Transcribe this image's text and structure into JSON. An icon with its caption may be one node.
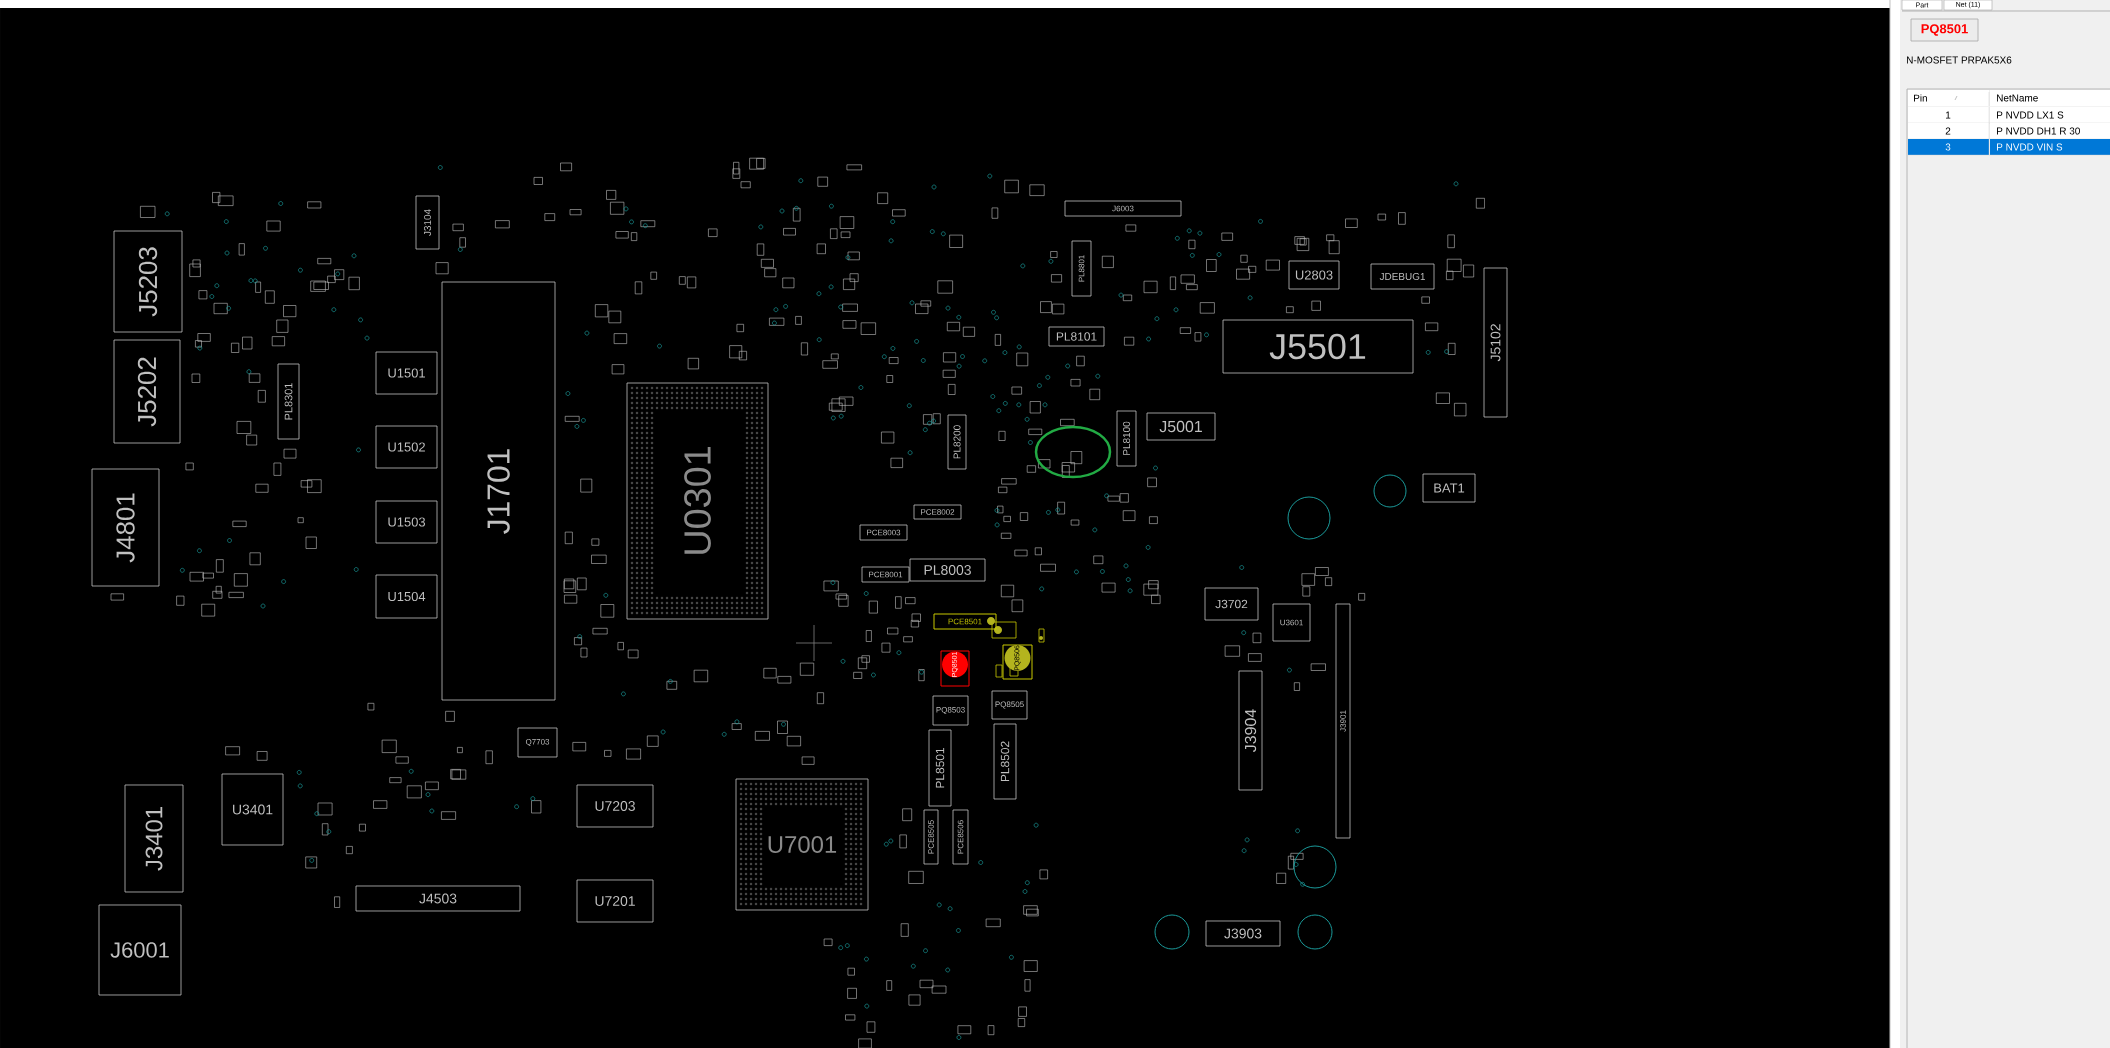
{
  "diagram": {
    "nodes": [
      {
        "text": [
          "J3104"
        ]
      },
      {
        "text": [
          "J6003"
        ]
      },
      {
        "text": [
          "J5203"
        ]
      },
      {
        "text": [
          "PL8801"
        ]
      },
      {
        "text": [
          "U2803"
        ]
      },
      {
        "text": [
          "JDEBUG1"
        ]
      },
      {
        "text": [
          "J5102"
        ]
      },
      {
        "text": [
          "J1701"
        ]
      },
      {
        "text": [
          "PL8101"
        ]
      },
      {
        "text": [
          "J5501"
        ]
      },
      {
        "text": [
          "U1501"
        ]
      },
      {
        "text": [
          "J5202"
        ]
      },
      {
        "text": [
          "PL8301"
        ]
      },
      {
        "text": [
          "U0301"
        ]
      },
      {
        "text": [
          "PL8200"
        ]
      },
      {
        "text": [
          "J5001"
        ]
      },
      {
        "text": [
          "PL8100"
        ]
      },
      {
        "text": [
          "U1502"
        ]
      },
      {
        "text": [
          "J4801"
        ]
      },
      {
        "text": [
          "BAT1"
        ]
      },
      {
        "text": [
          "U1503"
        ]
      },
      {
        "text": [
          "PCE8002"
        ]
      },
      {
        "text": [
          "PCE8003"
        ]
      },
      {
        "text": [
          "PL8003"
        ]
      },
      {
        "text": [
          "PCE8001"
        ]
      },
      {
        "text": [
          "U1504"
        ]
      },
      {
        "text": [
          "J3702"
        ]
      },
      {
        "text": [
          "U3601"
        ]
      },
      {
        "text": [
          "PCE8501"
        ]
      },
      {
        "text": [
          "PQ8506"
        ]
      },
      {
        "text": [
          "PQ8501"
        ]
      },
      {
        "text": [
          "PQ8503"
        ]
      },
      {
        "text": [
          "PQ8505"
        ]
      },
      {
        "text": [
          "J3904"
        ]
      },
      {
        "text": [
          "J3901"
        ]
      },
      {
        "text": [
          "PL8501"
        ]
      },
      {
        "text": [
          "PL8502"
        ]
      },
      {
        "text": [
          "Q7703"
        ]
      },
      {
        "text": [
          "U3401"
        ]
      },
      {
        "text": [
          "U7203"
        ]
      },
      {
        "text": [
          "J3401"
        ]
      },
      {
        "text": [
          "U7001"
        ]
      },
      {
        "text": [
          "PCE8505"
        ]
      },
      {
        "text": [
          "PCE8506"
        ]
      },
      {
        "text": [
          "J4503"
        ]
      },
      {
        "text": [
          "U7201"
        ]
      },
      {
        "text": [
          "J6001"
        ]
      },
      {
        "text": [
          "J3903"
        ]
      },
      {
        "text": [
          "Part"
        ]
      },
      {
        "text": [
          "Net (11)"
        ]
      },
      {
        "text": [
          "PQ8501"
        ]
      }
    ],
    "labels": [
      "N-MOSFET PRPAK5X6",
      "Pin",
      "NetName",
      "1",
      "P NVDD LX1 S",
      "2",
      "P NVDD DH1 R 30",
      "3",
      "P NVDD VIN S"
    ]
  }
}
